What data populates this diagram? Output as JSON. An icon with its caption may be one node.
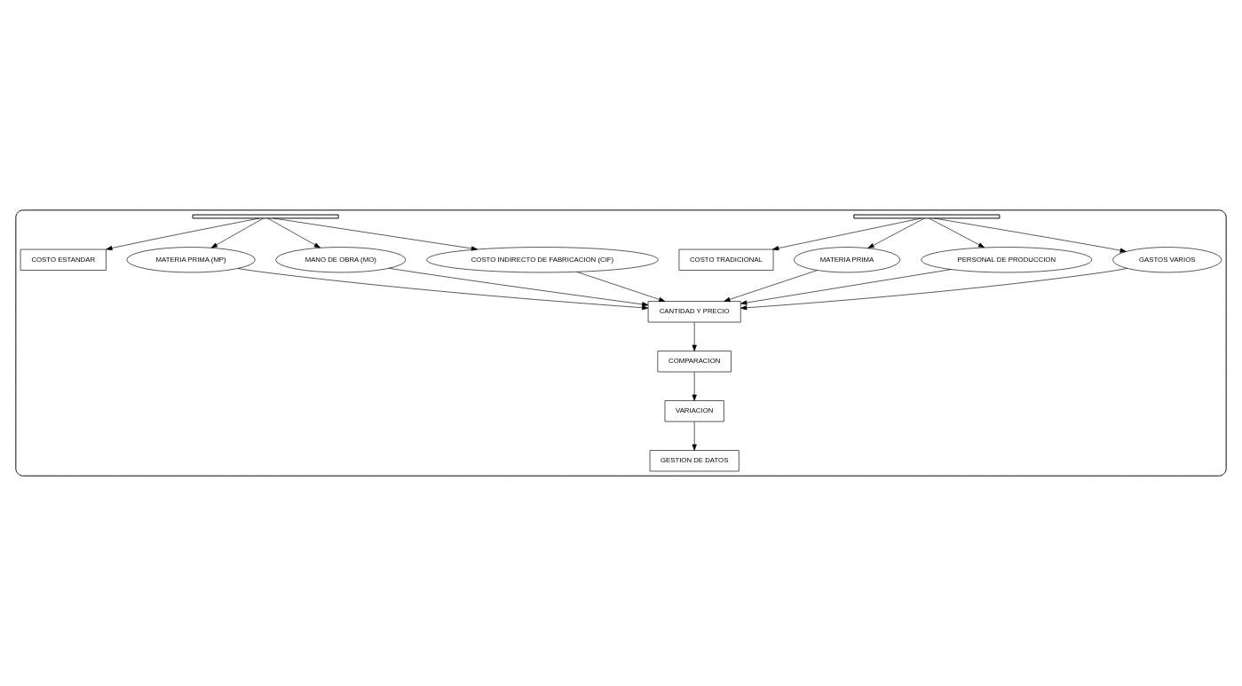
{
  "diagram": {
    "nodes": [
      {
        "text": [],
        "shape": "box"
      },
      {
        "text": [
          "COSTO ESTANDAR"
        ],
        "in": 0
      },
      {
        "text": [
          "COSTO TRADICIONAL"
        ],
        "in": 0
      },
      {
        "text": [
          "MATERIA PRIMA (MP)"
        ],
        "in": 0
      },
      {
        "text": [
          "CANTIDAD Y PRECIO"
        ],
        "in": 0
      },
      {
        "text": [
          "MATERIA PRIMA"
        ],
        "in": 0
      },
      {
        "text": [
          "MANO DE OBRA (MO)"
        ],
        "in": 0
      },
      {
        "text": [
          "PERSONAL DE PRODUCCION"
        ],
        "in": 0
      },
      {
        "text": [
          "COSTO INDIRECTO DE FABRICACION (CIF)"
        ],
        "in": 0
      },
      {
        "text": [
          "COMPARACION"
        ],
        "in": 0
      },
      {
        "text": [
          "GASTOS VARIOS"
        ],
        "in": 0
      },
      {
        "text": [
          "VARIACION"
        ],
        "in": 0
      },
      {
        "text": [
          "GESTION DE DATOS"
        ],
        "in": 0
      },
      {
        "text": [],
        "shape": "bar",
        "in": 0
      },
      {
        "text": [],
        "shape": "bar",
        "in": 0
      }
    ],
    "edges": [
      {
        "from": 3,
        "to": 4,
        "arrow": "to"
      },
      {
        "from": 6,
        "to": 4,
        "arrow": "to"
      },
      {
        "from": 8,
        "to": 4,
        "arrow": "to"
      },
      {
        "from": 5,
        "to": 4,
        "arrow": "to"
      },
      {
        "from": 7,
        "to": 4,
        "arrow": "to"
      },
      {
        "from": 10,
        "to": 4,
        "arrow": "to"
      },
      {
        "from": 4,
        "to": 9,
        "arrow": "to"
      },
      {
        "from": 9,
        "to": 11,
        "arrow": "to"
      },
      {
        "from": 11,
        "to": 12,
        "arrow": "to"
      },
      {
        "from": 13,
        "to": 1,
        "arrow": "to"
      },
      {
        "from": 13,
        "to": 3,
        "arrow": "to"
      },
      {
        "from": 13,
        "to": 6,
        "arrow": "to"
      },
      {
        "from": 13,
        "to": 8,
        "arrow": "to"
      },
      {
        "from": 14,
        "to": 2,
        "arrow": "to"
      },
      {
        "from": 14,
        "to": 5,
        "arrow": "to"
      },
      {
        "from": 14,
        "to": 7,
        "arrow": "to"
      },
      {
        "from": 14,
        "to": 10,
        "arrow": "to"
      }
    ]
  }
}
